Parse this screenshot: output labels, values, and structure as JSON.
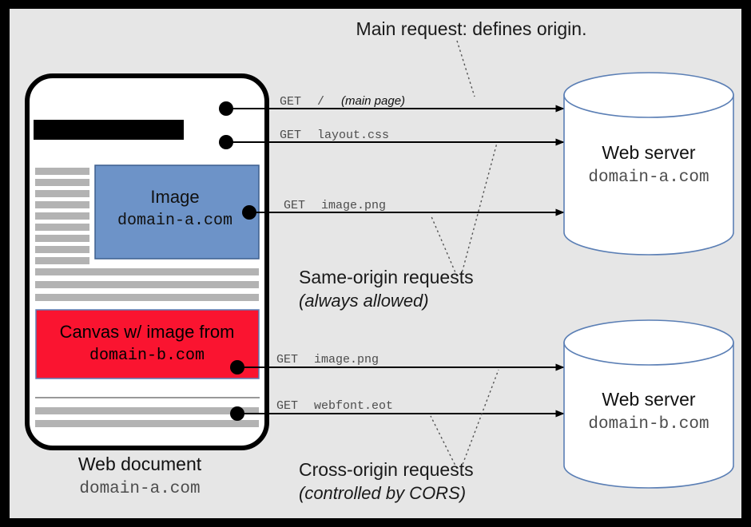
{
  "diagram": {
    "title_top": "Main request: defines origin.",
    "browser": {
      "caption_title": "Web document",
      "caption_domain": "domain-a.com",
      "image_block": {
        "label": "Image",
        "domain": "domain-a.com",
        "fill": "#6d93c8",
        "stroke": "#3d5e8e"
      },
      "canvas_block": {
        "label": "Canvas w/ image from",
        "domain": "domain-b.com",
        "fill": "#fa1430",
        "stroke": "#5b7fb5"
      },
      "header_bar_color": "#000000",
      "text_line_color": "#b3b3b3",
      "frame_color": "#000000",
      "page_color": "#ffffff"
    },
    "requests": [
      {
        "method": "GET",
        "path": "/",
        "note": "(main page)",
        "group": "same-origin"
      },
      {
        "method": "GET",
        "path": "layout.css",
        "note": "",
        "group": "same-origin"
      },
      {
        "method": "GET",
        "path": "image.png",
        "note": "",
        "group": "same-origin"
      },
      {
        "method": "GET",
        "path": "image.png",
        "note": "",
        "group": "cross-origin"
      },
      {
        "method": "GET",
        "path": "webfont.eot",
        "note": "",
        "group": "cross-origin"
      }
    ],
    "groups": {
      "same_origin": {
        "title": "Same-origin requests",
        "subtitle": "(always allowed)"
      },
      "cross_origin": {
        "title": "Cross-origin requests",
        "subtitle": "(controlled by CORS)"
      }
    },
    "servers": [
      {
        "title": "Web server",
        "domain": "domain-a.com",
        "stroke": "#5b7fb5",
        "fill": "#ffffff"
      },
      {
        "title": "Web server",
        "domain": "domain-b.com",
        "stroke": "#5b7fb5",
        "fill": "#ffffff"
      }
    ],
    "colors": {
      "background": "#e6e6e6",
      "outer_border": "#000000",
      "arrow": "#000000",
      "leader": "#555555"
    }
  }
}
